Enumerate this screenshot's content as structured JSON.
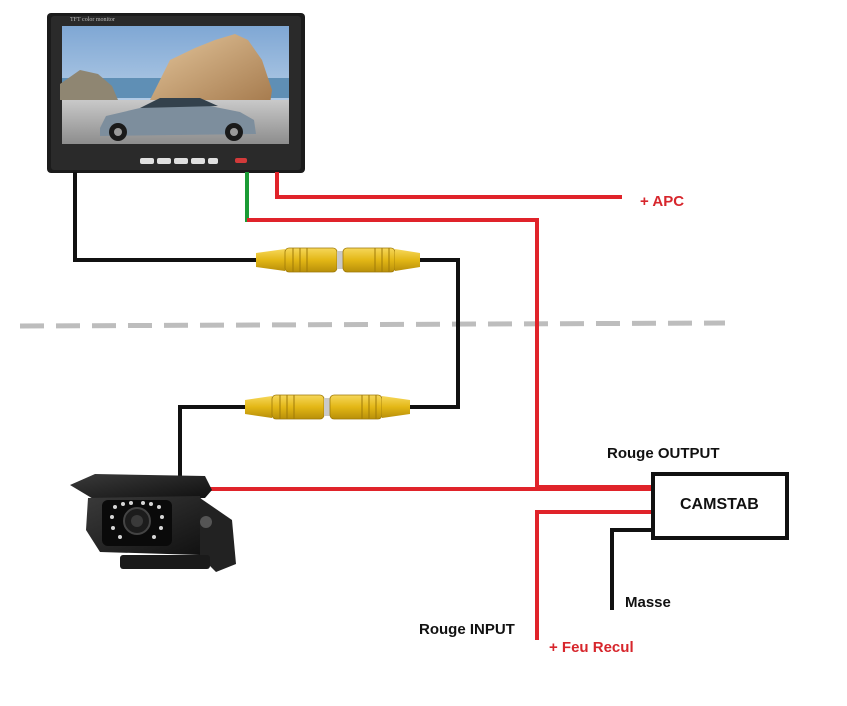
{
  "monitor": {
    "brand_text": "TFT color monitor"
  },
  "labels": {
    "apc": "+ APC",
    "camstab": "CAMSTAB",
    "rouge_output": "Rouge OUTPUT",
    "masse": "Masse",
    "rouge_input": "Rouge INPUT",
    "feu_recul": "+ Feu Recul"
  },
  "colors": {
    "red_wire": "#e0232a",
    "black_wire": "#111111",
    "green_wire": "#1a9b35",
    "rca_yellow": "#e8c21a",
    "dashed_line": "#bdbdbd",
    "red_label": "#d7262c",
    "black_label": "#111111"
  }
}
